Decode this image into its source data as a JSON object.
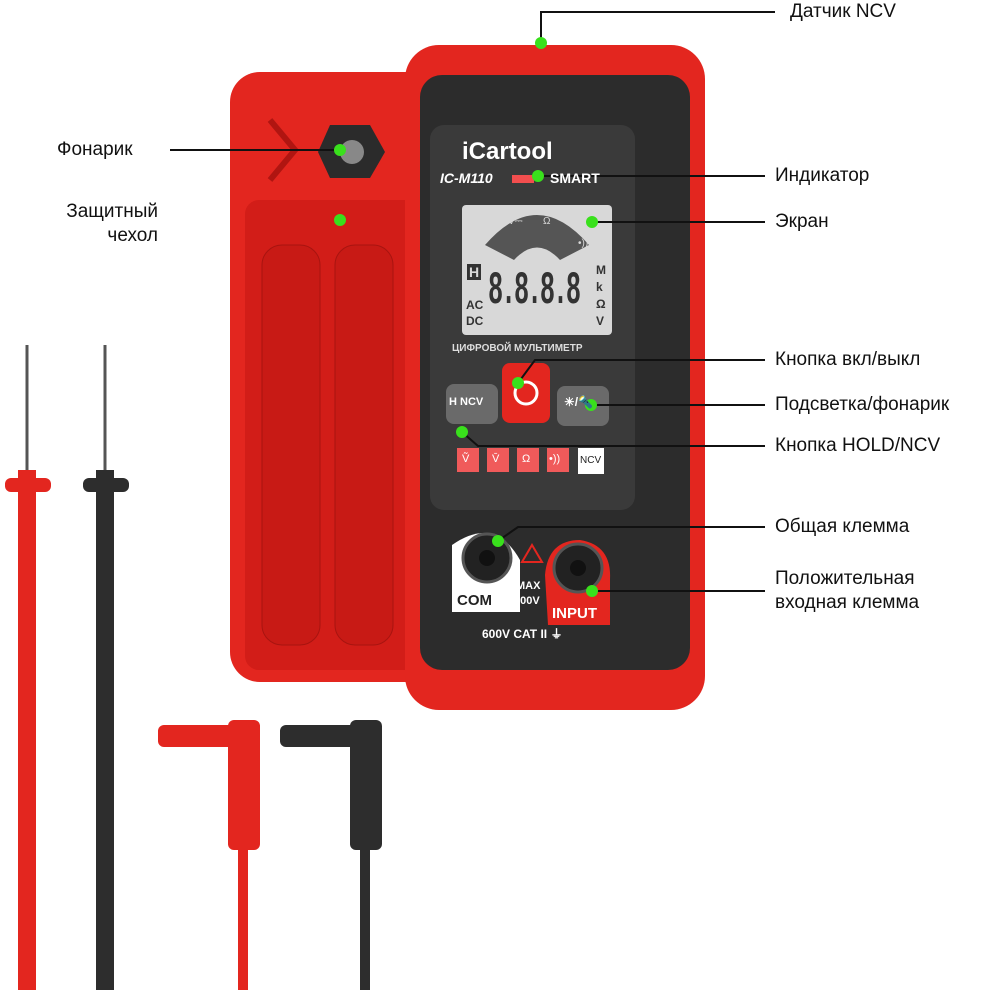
{
  "callouts": {
    "ncv_sensor": "Датчик NCV",
    "flashlight": "Фонарик",
    "case_line1": "Защитный",
    "case_line2": "чехол",
    "indicator": "Индикатор",
    "screen": "Экран",
    "power_button": "Кнопка вкл/выкл",
    "backlight": "Подсветка/фонарик",
    "hold_ncv": "Кнопка HOLD/NCV",
    "common_terminal": "Общая клемма",
    "positive_line1": "Положительная",
    "positive_line2": "входная клемма"
  },
  "device": {
    "brand": "iCartool",
    "model": "IC-M110",
    "smart": "SMART",
    "lcd_digits": "8.8.8.8",
    "lcd_hold": "H",
    "lcd_ac": "AC",
    "lcd_dc": "DC",
    "lcd_units": [
      "M",
      "k",
      "Ω",
      "V"
    ],
    "lcd_modes": [
      "V~",
      "V⎓",
      "Ω",
      "•))"
    ],
    "subtitle": "ЦИФРОВОЙ МУЛЬТИМЕТР",
    "hold_button": "H NCV",
    "light_button": "☀/🔦",
    "mode_icons": [
      "Ṽ",
      "V̄",
      "Ω",
      "•))",
      "NCV"
    ],
    "com": "COM",
    "max1": "MAX",
    "max2": "600V",
    "input": "INPUT",
    "rating": "600V CAT II ⏚"
  },
  "colors": {
    "red": "#e1231f",
    "dark": "#2b2b2b",
    "dot": "#39e01c"
  }
}
